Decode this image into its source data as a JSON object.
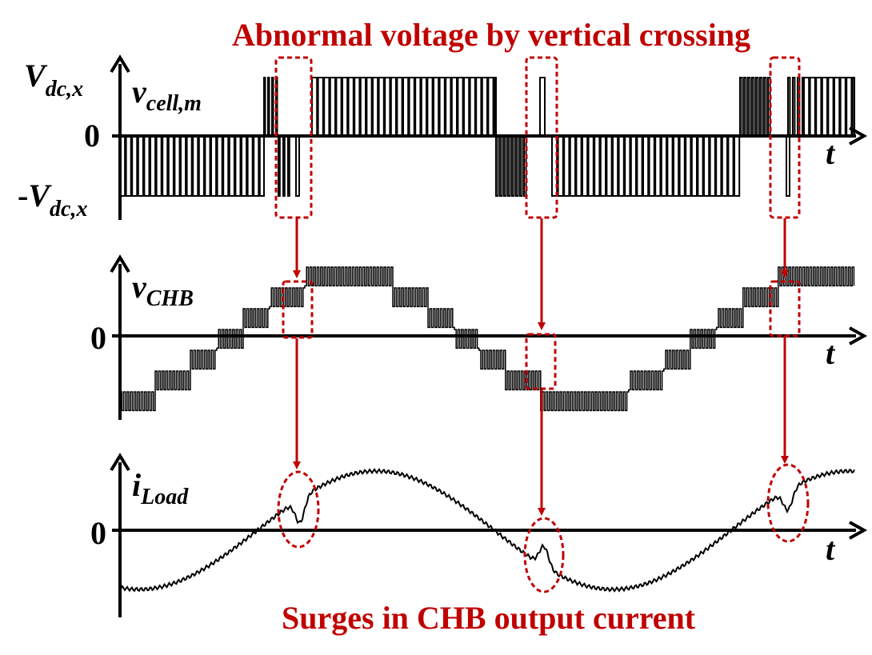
{
  "annotations": {
    "top": "Abnormal voltage by vertical crossing",
    "bottom": "Surges in CHB output current"
  },
  "panels": {
    "cell": {
      "signal_symbol": "v",
      "signal_subscript": "cell,m",
      "top_level_symbol": "V",
      "top_level_subscript": "dc,x",
      "zero_label": "0",
      "bottom_level_prefix": "-",
      "bottom_level_symbol": "V",
      "bottom_level_subscript": "dc,x",
      "time_label": "t"
    },
    "chb": {
      "signal_symbol": "v",
      "signal_subscript": "CHB",
      "zero_label": "0",
      "time_label": "t"
    },
    "load": {
      "signal_symbol": "i",
      "signal_subscript": "Load",
      "zero_label": "0",
      "time_label": "t"
    }
  },
  "colors": {
    "annotation": "#c00000",
    "waveform": "#000000"
  }
}
